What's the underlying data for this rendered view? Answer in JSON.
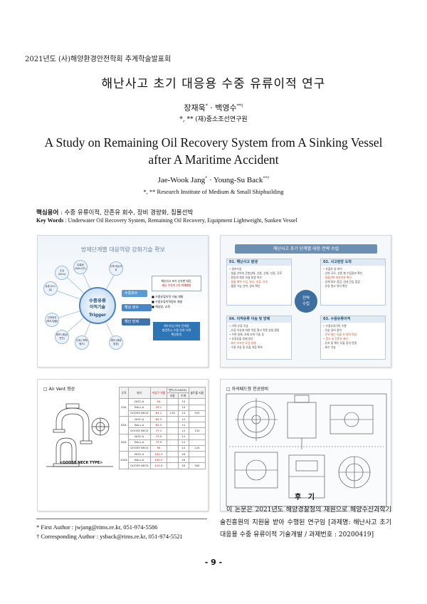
{
  "conference": "2021년도 (사)해양환경안전학회 추계학술발표회",
  "title_ko": "해난사고 초기 대응용 수중 유류이적 연구",
  "authors_ko": {
    "a1": "장재욱",
    "a1_mark": "*",
    "sep": " · ",
    "a2": "백영수",
    "a2_mark": "**†"
  },
  "affiliation_ko": "*, ** (재)중소조선연구원",
  "title_en": "A Study on Remaining Oil Recovery System from A Sinking Vessel after A Maritime Accident",
  "authors_en": {
    "a1": "Jae-Wook Jang",
    "a1_mark": "*",
    "sep": " · ",
    "a2": "Young-Su Back",
    "a2_mark": "**†"
  },
  "affiliation_en": "*, ** Research Institute of Medium & Small Shipbuilding",
  "keywords_ko": {
    "label": "핵심용어",
    "text": " : 수중 유류이적, 잔존유 회수, 장비 경량화, 침몰선박"
  },
  "keywords_en": {
    "label": "Key Words",
    "text": " : Underwater Oil Recovery System, Remaining Oil Recovery, Equipment Lightweight, Sunken Vessel"
  },
  "figure1": {
    "title": "방제단계별 대응역량 강화기술 확보",
    "center": {
      "l1": "수중유류",
      "l2": "이적기술",
      "l3": "Trigger"
    },
    "nodes": [
      "유출량 (Bbl/시간)",
      "수심 (50m)",
      "유종 (B-C유)",
      "선박위치 (좌초/침몰)",
      "선체 파손여부",
      "해역 (해상/연안)",
      "선체 (격벽/탱크)",
      "해역 (해양환경)"
    ],
    "bands": [
      "수중회수",
      "해상 회수",
      "해안 방제"
    ],
    "box1_line1": "해난사고 초기 신속한 대응,",
    "box1_line2": "재난 수준의 2차 피해예방",
    "list": [
      "수중유류이적 기술 개발",
      "수중유류이적장비 개발",
      "해상방, 교육"
    ],
    "box2": [
      "해수유입 여유 잔여량",
      "발견즉시 수중 연료 이적",
      "확산방지"
    ]
  },
  "figure2": {
    "title": "해난사고 초기 단계별 대응 전략 수립",
    "center": [
      "전략",
      "수립"
    ],
    "boxes": [
      {
        "head": "01. 해난사고 발생",
        "lines": [
          "• 정보수집",
          "- 침몰 선박의 운항상태, 선종, 선체, 선질, 규모",
          "- 현장의 해양 오염 발생 여부",
          "- 침몰 해역 수심, 파고, 조류, 유속",
          "- 활용 가능 선박, 장비 확인"
        ]
      },
      {
        "head": "02. 사고현장 도착",
        "lines": [
          "• 유출유 양 파악",
          "- 선박 규모, 선종 별 수집정보 확인",
          "- 침몰선박 파손부분 확인",
          "- 선체 외부 점검, 선내 진입 점검",
          "- 유류 탱크 위치 확인"
        ]
      },
      {
        "head": "04. 이적유류 이송 및 방제",
        "lines": [
          "• 이적 유류 이송",
          "- 유류 이송에 대한 적정 탱크 적용 방법 결정",
          "• 수면 방제, 자재 부족 이송 등",
          "• 유류유출 방제 방안",
          "- 회수 유조선 도입 방제",
          "- 수중 이송 및 유출 대응 확보"
        ]
      },
      {
        "head": "03. 수중유류이적",
        "lines": [
          "• 수중유류이적 수행",
          "- 이송 장비 설치",
          "- 잔유 제는 유출 유 방지 작업",
          "• 탱크 내 잔존유 제거",
          "- 유지 및 해수 유출 장치 연결",
          "- 회수 이송"
        ]
      }
    ]
  },
  "figure3": {
    "label": "□ Air Vent 형상",
    "caption": "<GOOSE NECK TYPE>",
    "table": {
      "headers": [
        "규격",
        "형식",
        "수압구 치종",
        "밴드(FLANGE)",
        "",
        "",
        "볼트홀 지름"
      ],
      "subheaders": [
        "지름",
        "두께"
      ],
      "rows": [
        [
          "50A",
          "DISC-A",
          "54",
          "",
          "14",
          ""
        ],
        [
          "",
          "BALL-A",
          "43.1",
          "",
          "14",
          ""
        ],
        [
          "",
          "GOOSE NECK",
          "61.1",
          "130",
          "14",
          "105"
        ],
        [
          "65A",
          "DISC-A",
          "62.3",
          "",
          "14",
          ""
        ],
        [
          "",
          "BALL-A",
          "62.3",
          "",
          "14",
          ""
        ],
        [
          "",
          "GOOSE NECK",
          "77.1",
          "",
          "14",
          "130"
        ],
        [
          "80A",
          "DISC-A",
          "73.9",
          "",
          "14",
          ""
        ],
        [
          "",
          "BALL-A",
          "73.9",
          "",
          "14",
          ""
        ],
        [
          "",
          "GOOSE NECK",
          "90",
          "",
          "14",
          "145"
        ],
        [
          "100A",
          "DISC-A",
          "102.3",
          "",
          "16",
          ""
        ],
        [
          "",
          "BALL-A",
          "102.3",
          "",
          "16",
          ""
        ],
        [
          "",
          "GOOSE NECK",
          "115.4",
          "",
          "16",
          "165"
        ]
      ]
    }
  },
  "figure4": {
    "label": "□ 자석패드형 천공장비"
  },
  "footnotes": [
    "* First Author : jwjang@rims.re.kr, 051-974-5586",
    "† Corresponding Author : ysback@rims.re.kr, 051-974-5521"
  ],
  "acknowledgement": {
    "title": "후 기",
    "body": "이 논문은 2021년도 해양경찰청의 재원으로 해양수산과학기술진흥원의 지원을 받아 수행된 연구임 [과제명: 해난사고 초기 대응용 수중 유류이적 기술개발 / 과제번호 : 20200419]"
  },
  "page_number": "- 9 -"
}
